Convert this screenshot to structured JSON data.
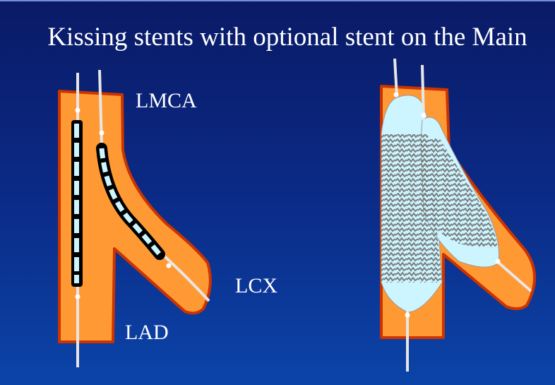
{
  "title": "Kissing stents with optional stent on the Main",
  "labels": {
    "lmca": "LMCA",
    "lcx": "LCX",
    "lad": "LAD"
  },
  "colors": {
    "background_top": "#0a1a66",
    "background_bottom": "#0b44a8",
    "vessel_fill": "#ff9933",
    "vessel_outline": "#cc3300",
    "stent_fill": "#ccf5ff",
    "stent_strut": "#777777",
    "guidewire": "#e6e6e6",
    "text": "#ffffff"
  }
}
